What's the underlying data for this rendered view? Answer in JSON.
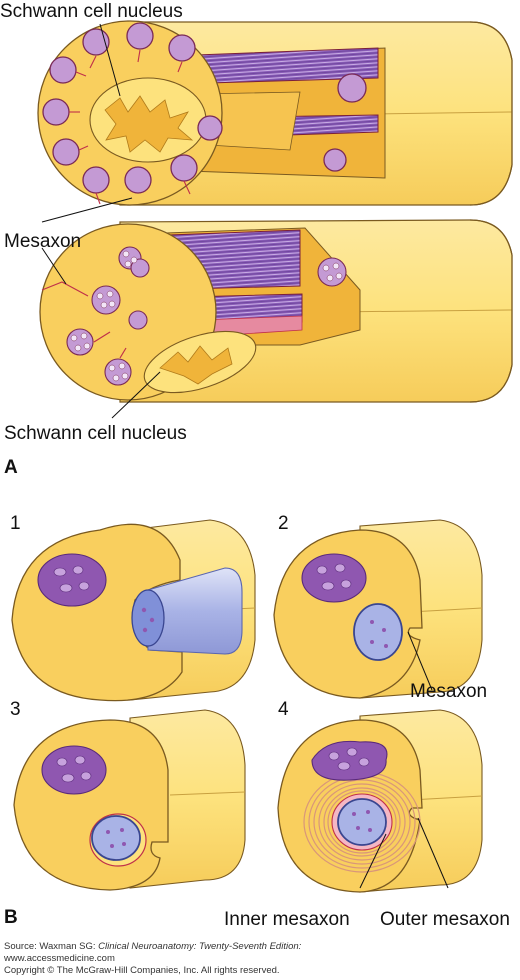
{
  "labels": {
    "schwann_top": "Schwann cell nucleus",
    "mesaxon_a": "Mesaxon",
    "schwann_bottom": "Schwann cell nucleus",
    "mesaxon_b": "Mesaxon",
    "inner_mesaxon": "Inner mesaxon",
    "outer_mesaxon": "Outer mesaxon"
  },
  "panels": {
    "a": "A",
    "b": "B"
  },
  "steps": [
    "1",
    "2",
    "3",
    "4"
  ],
  "footer": {
    "source_prefix": "Source: Waxman SG: ",
    "source_title": "Clinical Neuroanatomy: Twenty-Seventh Edition:",
    "website": "www.accessmedicine.com",
    "copyright": "Copyright © The McGraw-Hill Companies, Inc. All rights reserved."
  },
  "colors": {
    "schwann_fill": "#fde27d",
    "schwann_face": "#f9cf5e",
    "schwann_dark": "#f0b43a",
    "axon_purple": "#c49ad4",
    "axon_blue": "#a9b3e6",
    "nucleus_purple": "#8f57b0",
    "myelin_red": "#c0304a",
    "outline": "#7a5a20"
  }
}
